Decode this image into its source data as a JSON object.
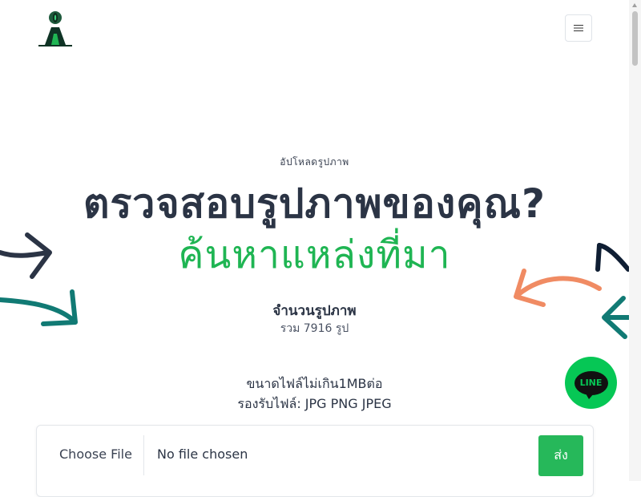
{
  "header": {
    "logo_alt": "logo",
    "menu_label": "menu"
  },
  "hero": {
    "eyebrow": "อัปโหลดรูปภาพ",
    "headline": "ตรวจสอบรูปภาพของคุณ?",
    "headline_green": "ค้นหาแหล่งที่มา",
    "count_title": "จำนวนรูปภาพ",
    "count_line": "รวม 7916 รูป",
    "limit_line": "ขนาดไฟล์ไม่เกิน1MBต่อ",
    "types_line": "รองรับไฟล์: JPG PNG JPEG"
  },
  "upload": {
    "choose_file": "Choose File",
    "file_status": "No file chosen",
    "submit": "ส่ง"
  },
  "line_chat": {
    "label": "LINE"
  },
  "colors": {
    "accent_green": "#1fb553",
    "text_dark": "#2b3445",
    "line_green": "#06c755",
    "arrow_navy": "#2b3445",
    "arrow_teal": "#117a74",
    "arrow_peach": "#f08b63"
  }
}
